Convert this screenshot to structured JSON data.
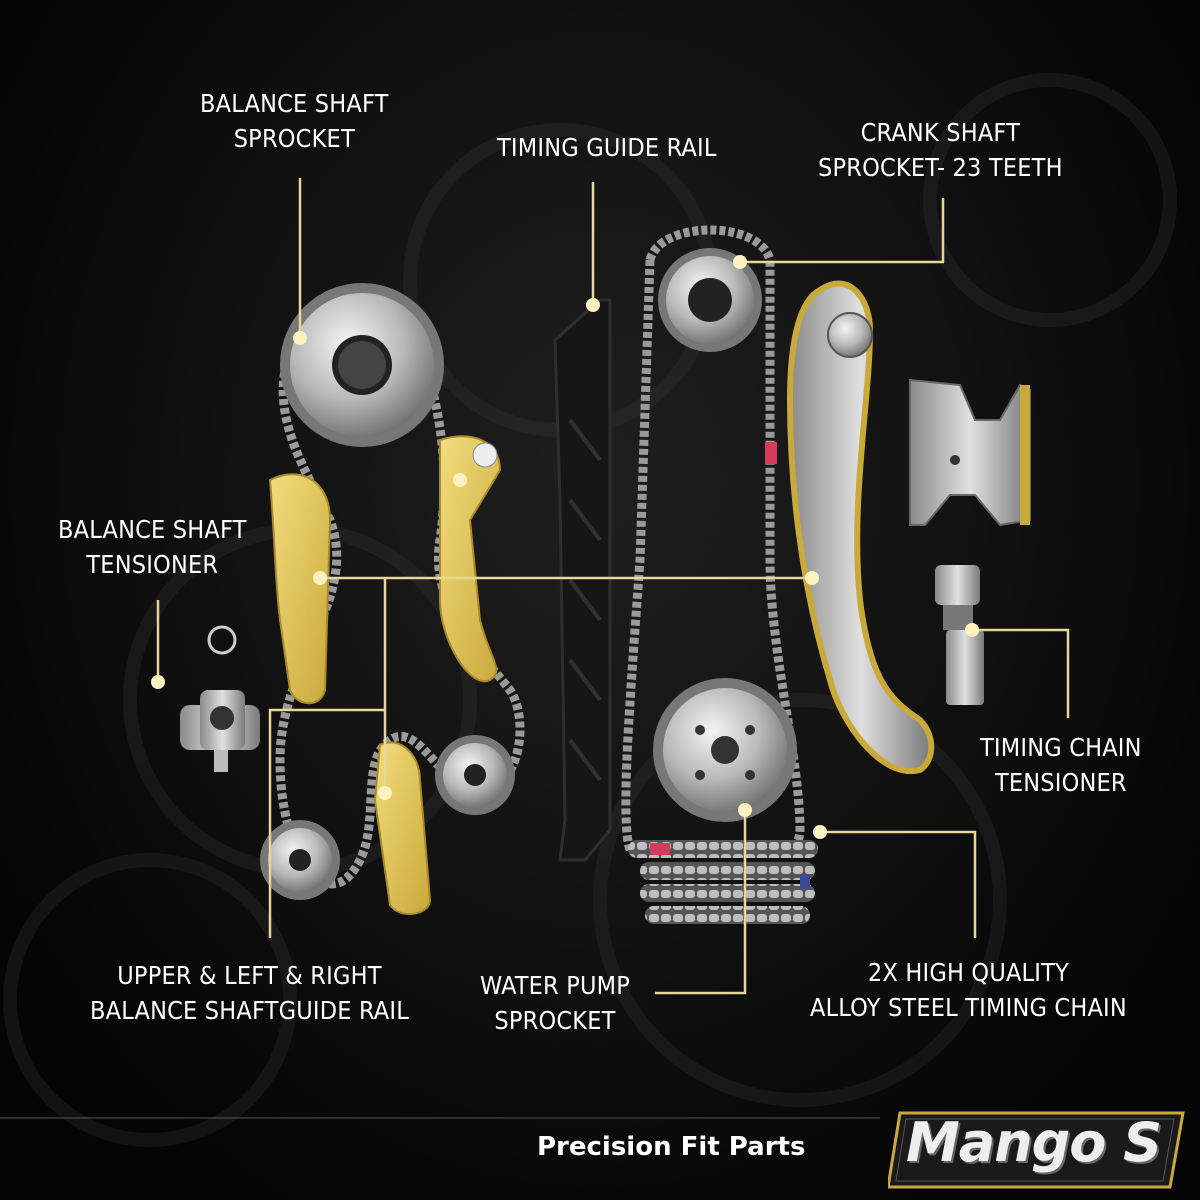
{
  "labels": {
    "balance_shaft_sprocket": [
      "BALANCE SHAFT",
      "SPROCKET"
    ],
    "timing_guide_rail": [
      "TIMING GUIDE RAIL"
    ],
    "crank_shaft_sprocket": [
      "CRANK SHAFT",
      "SPROCKET- 23 TEETH"
    ],
    "balance_shaft_tensioner": [
      "BALANCE SHAFT",
      "TENSIONER"
    ],
    "timing_chain_tensioner": [
      "TIMING CHAIN",
      "TENSIONER"
    ],
    "guide_rails": [
      "UPPER & LEFT & RIGHT",
      "BALANCE SHAFTGUIDE RAIL"
    ],
    "water_pump_sprocket": [
      "WATER PUMP",
      "SPROCKET"
    ],
    "timing_chain": [
      "2X HIGH QUALITY",
      "ALLOY STEEL TIMING CHAIN"
    ]
  },
  "footer": {
    "tagline": "Precision Fit Parts"
  },
  "brand": {
    "logo_text": "Mango S"
  },
  "colors": {
    "callout_line": "#e8d79a",
    "rail_yellow": "#e6c95a",
    "chain_steel": "#9a9a9a",
    "accent_red": "#d63a5a"
  }
}
